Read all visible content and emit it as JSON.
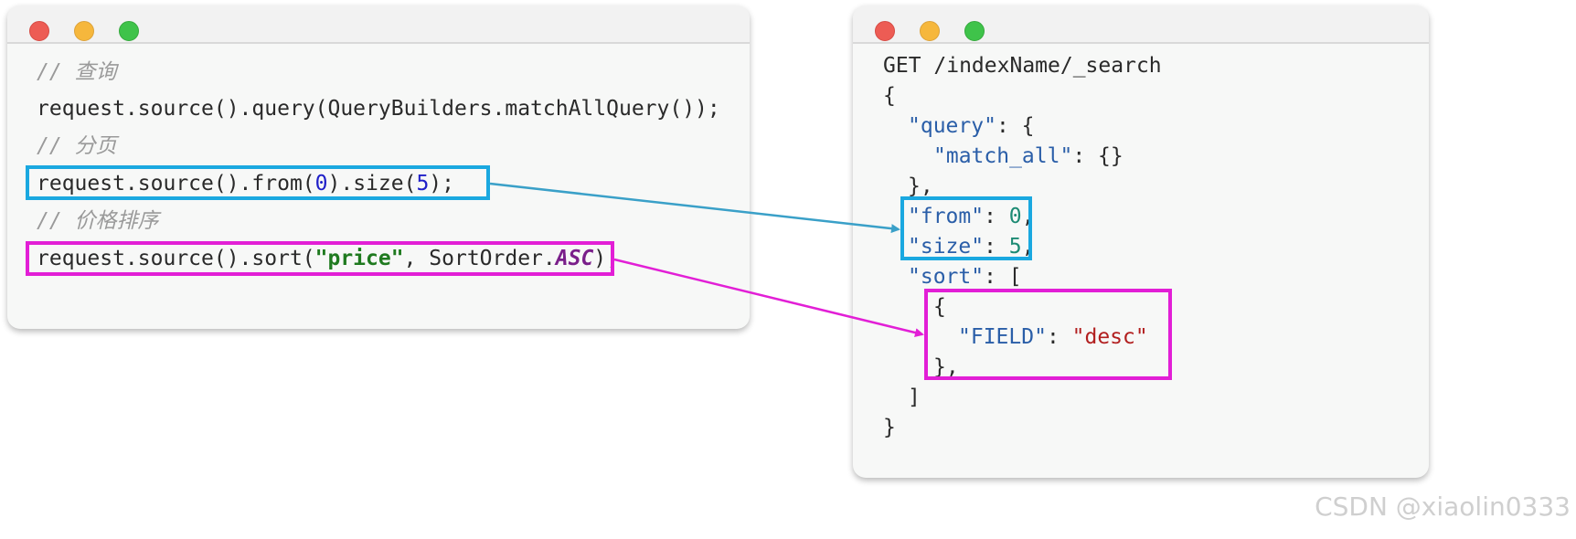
{
  "left_window": {
    "comment_query": "// 查询",
    "line_query": "request.source().query(QueryBuilders.matchAllQuery());",
    "comment_paging": "// 分页",
    "line_paging": {
      "prefix": "request.source().from(",
      "from_value": "0",
      "middle": ").size(",
      "size_value": "5",
      "suffix": ");"
    },
    "comment_sort": "// 价格排序",
    "line_sort": {
      "prefix": "request.source().sort(",
      "field": "\"price\"",
      "middle": ", SortOrder.",
      "order": "ASC",
      "suffix": ");"
    }
  },
  "right_window": {
    "line_get": "GET /indexName/_search",
    "open_brace": "{",
    "query_key": "\"query\"",
    "query_colon": ": {",
    "match_all_key": "\"match_all\"",
    "match_all_rest": ": {}",
    "query_close": "},",
    "from_key": "\"from\"",
    "from_value": "0",
    "size_key": "\"size\"",
    "size_value": "5",
    "sort_key": "\"sort\"",
    "sort_rest": ": [",
    "obj_open": "{",
    "field_key": "\"FIELD\"",
    "field_value": "\"desc\"",
    "obj_close": "},",
    "array_close": "]",
    "close_brace": "}"
  },
  "watermark": "CSDN @xiaolin0333",
  "colors": {
    "highlight_blue": "#1aa8e0",
    "highlight_magenta": "#e21fd6",
    "arrow_blue": "#3aa0c8"
  }
}
